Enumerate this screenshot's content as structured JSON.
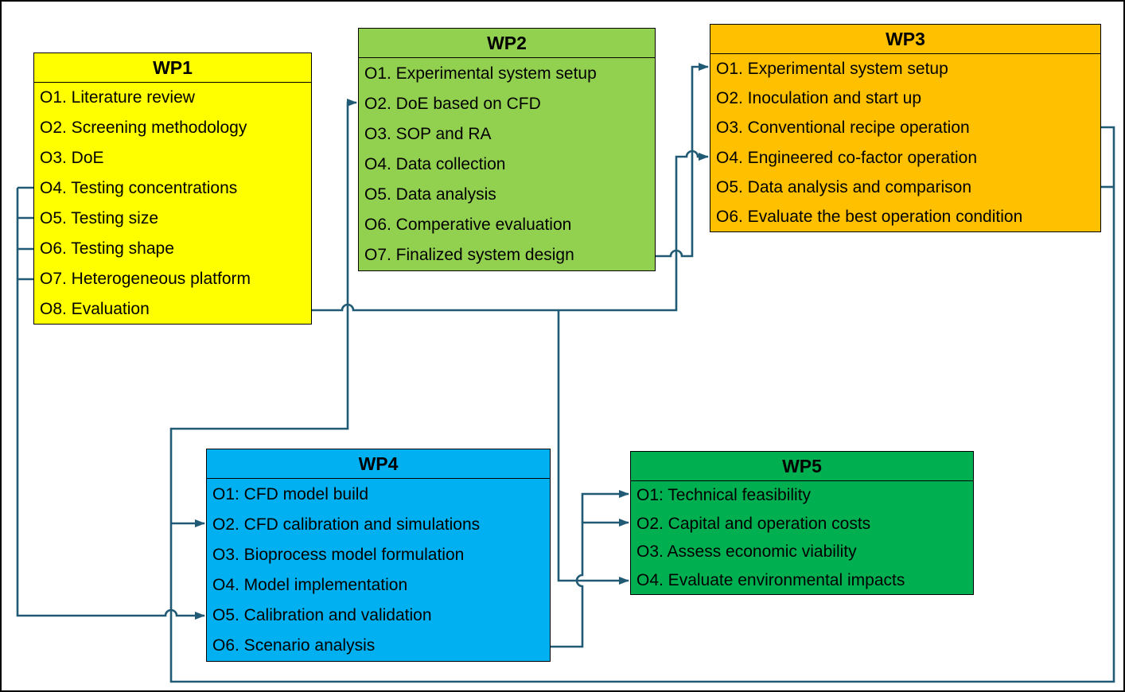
{
  "figure": {
    "connector_color": "#205a74",
    "background_color": "#ffffff",
    "work_packages": {
      "wp1": {
        "title": "WP1",
        "color": "#ffff00",
        "items": [
          "O1. Literature review",
          "O2. Screening methodology",
          "O3. DoE",
          "O4. Testing concentrations",
          "O5. Testing size",
          "O6. Testing shape",
          "O7. Heterogeneous platform",
          "O8. Evaluation"
        ]
      },
      "wp2": {
        "title": "WP2",
        "color": "#92d050",
        "items": [
          "O1. Experimental system setup",
          "O2. DoE based on CFD",
          "O3. SOP and RA",
          "O4. Data collection",
          "O5. Data analysis",
          "O6. Comperative evaluation",
          "O7. Finalized system design"
        ]
      },
      "wp3": {
        "title": "WP3",
        "color": "#ffc000",
        "items": [
          "O1. Experimental system setup",
          "O2. Inoculation and start up",
          "O3. Conventional recipe operation",
          "O4. Engineered co-factor operation",
          "O5. Data analysis and comparison",
          "O6. Evaluate the best operation condition"
        ]
      },
      "wp4": {
        "title": "WP4",
        "color": "#00b0f0",
        "items": [
          "O1: CFD model build",
          "O2. CFD calibration and simulations",
          "O3. Bioprocess model formulation",
          "O4. Model implementation",
          "O5. Calibration and validation",
          "O6. Scenario analysis"
        ]
      },
      "wp5": {
        "title": "WP5",
        "color": "#00b050",
        "items": [
          "O1: Technical feasibility",
          "O2. Capital and operation costs",
          "O3. Assess economic viability",
          "O4. Evaluate environmental impacts"
        ]
      }
    },
    "arrow_targets": [
      "WP2 O2",
      "WP3 O1",
      "WP3 O4",
      "WP4 O2",
      "WP4 O5",
      "WP5 O1",
      "WP5 O2",
      "WP5 O4"
    ]
  }
}
